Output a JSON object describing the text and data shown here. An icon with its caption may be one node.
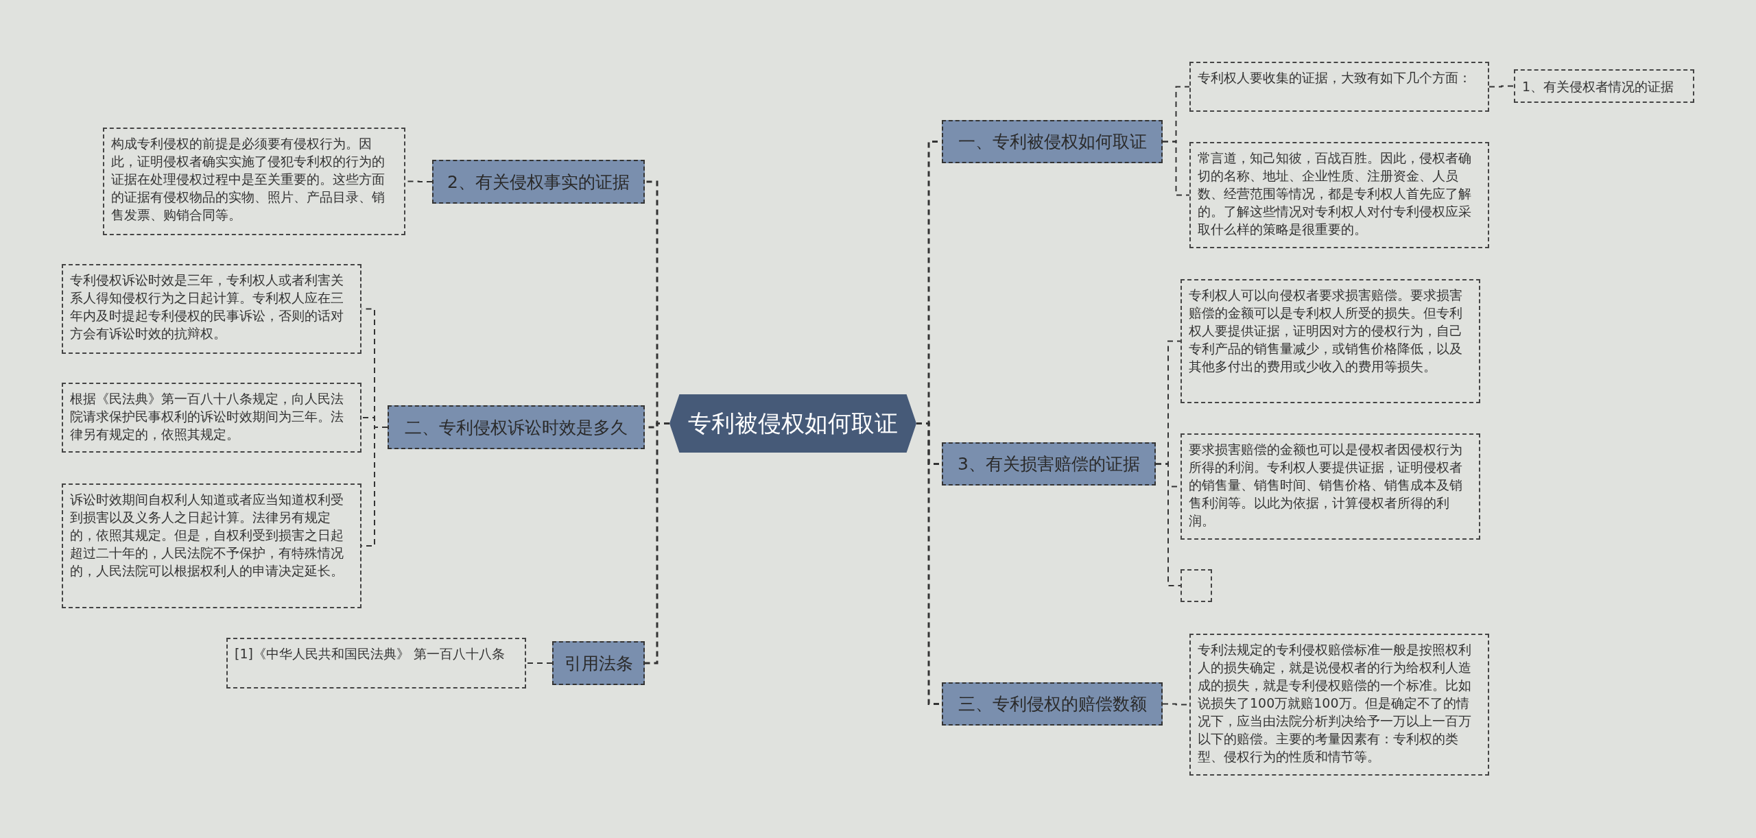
{
  "diagram": {
    "nodes": [
      {
        "text": [
          "专利被侵权如何取证"
        ]
      },
      {
        "text": [
          "2、有关侵权事实的证据"
        ]
      },
      {
        "text": [
          "构成专利侵权的前提是必须要有侵权行为。因此，证明侵权者确实实施了侵犯专利权的行为的证据在处理侵权过程中是至关重要的。这些方面的证据有侵权物品的实物、照片、产品目录、销售发票、购销合同等。"
        ]
      },
      {
        "text": [
          "二、专利侵权诉讼时效是多久"
        ]
      },
      {
        "text": [
          "专利侵权诉讼时效是三年，专利权人或者利害关系人得知侵权行为之日起计算。专利权人应在三年内及时提起专利侵权的民事诉讼，否则的话对方会有诉讼时效的抗辩权。"
        ]
      },
      {
        "text": [
          "根据《民法典》第一百八十八条规定，向人民法院请求保护民事权利的诉讼时效期间为三年。法律另有规定的，依照其规定。"
        ]
      },
      {
        "text": [
          "诉讼时效期间自权利人知道或者应当知道权利受到损害以及义务人之日起计算。法律另有规定的，依照其规定。但是，自权利受到损害之日起超过二十年的，人民法院不予保护，有特殊情况的，人民法院可以根据权利人的申请决定延长。"
        ]
      },
      {
        "text": [
          "引用法条"
        ]
      },
      {
        "text": [
          "[1]《中华人民共和国民法典》 第一百八十八条"
        ]
      },
      {
        "text": [
          "一、专利被侵权如何取证"
        ]
      },
      {
        "text": [
          "专利权人要收集的证据，大致有如下几个方面："
        ]
      },
      {
        "text": [
          "1、有关侵权者情况的证据"
        ]
      },
      {
        "text": [
          "常言道，知己知彼，百战百胜。因此，侵权者确切的名称、地址、企业性质、注册资金、人员数、经营范围等情况，都是专利权人首先应了解的。了解这些情况对专利权人对付专利侵权应采取什么样的策略是很重要的。"
        ]
      },
      {
        "text": [
          "3、有关损害赔偿的证据"
        ]
      },
      {
        "text": [
          "专利权人可以向侵权者要求损害赔偿。要求损害赔偿的金额可以是专利权人所受的损失。但专利权人要提供证据，证明因对方的侵权行为，自己专利产品的销售量减少，或销售价格降低，以及其他多付出的费用或少收入的费用等损失。"
        ]
      },
      {
        "text": [
          "要求损害赔偿的金额也可以是侵权者因侵权行为所得的利润。专利权人要提供证据，证明侵权者的销售量、销售时间、销售价格、销售成本及销售利润等。以此为依据，计算侵权者所得的利润。"
        ]
      },
      {
        "text": [],
        "shape": "box"
      },
      {
        "text": [
          "三、专利侵权的赔偿数额"
        ]
      },
      {
        "text": [
          "专利法规定的专利侵权赔偿标准一般是按照权利人的损失确定，就是说侵权者的行为给权利人造成的损失，就是专利侵权赔偿的一个标准。比如说损失了100万就赔100万。但是确定不了的情况下，应当由法院分析判决给予一万以上一百万以下的赔偿。主要的考量因素有：专利权的类型、侵权行为的性质和情节等。"
        ]
      }
    ],
    "edges": [
      {
        "from": 0,
        "to": 1,
        "arrow": "none"
      },
      {
        "from": 1,
        "to": 2,
        "arrow": "none"
      },
      {
        "from": 0,
        "to": 3,
        "arrow": "none"
      },
      {
        "from": 3,
        "to": 4,
        "arrow": "none"
      },
      {
        "from": 3,
        "to": 5,
        "arrow": "none"
      },
      {
        "from": 3,
        "to": 6,
        "arrow": "none"
      },
      {
        "from": 0,
        "to": 7,
        "arrow": "none"
      },
      {
        "from": 7,
        "to": 8,
        "arrow": "none"
      },
      {
        "from": 0,
        "to": 9,
        "arrow": "none"
      },
      {
        "from": 9,
        "to": 10,
        "arrow": "none"
      },
      {
        "from": 10,
        "to": 11,
        "arrow": "none"
      },
      {
        "from": 9,
        "to": 12,
        "arrow": "none"
      },
      {
        "from": 0,
        "to": 13,
        "arrow": "none"
      },
      {
        "from": 13,
        "to": 14,
        "arrow": "none"
      },
      {
        "from": 13,
        "to": 15,
        "arrow": "none"
      },
      {
        "from": 13,
        "to": 16,
        "arrow": "none"
      },
      {
        "from": 0,
        "to": 17,
        "arrow": "none"
      },
      {
        "from": 17,
        "to": 18,
        "arrow": "none"
      }
    ]
  }
}
